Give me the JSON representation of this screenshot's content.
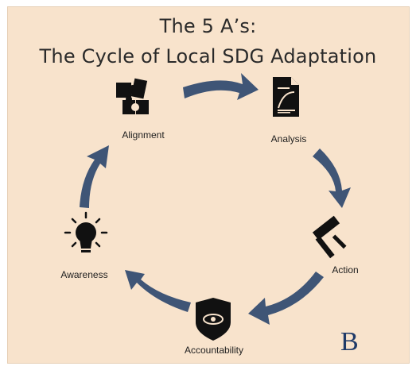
{
  "title": {
    "line1": "The 5 A’s:",
    "line2": "The Cycle of Local SDG Adaptation"
  },
  "stages": [
    {
      "label": "Alignment",
      "icon": "puzzle-icon"
    },
    {
      "label": "Analysis",
      "icon": "document-icon"
    },
    {
      "label": "Action",
      "icon": "gavel-icon"
    },
    {
      "label": "Accountability",
      "icon": "shield-eye-icon"
    },
    {
      "label": "Awareness",
      "icon": "lightbulb-icon"
    }
  ],
  "brand_letter": "B",
  "colors": {
    "background": "#f8e3cc",
    "arrow": "#3f5576",
    "icon": "#111111",
    "brand": "#1f3a68"
  }
}
